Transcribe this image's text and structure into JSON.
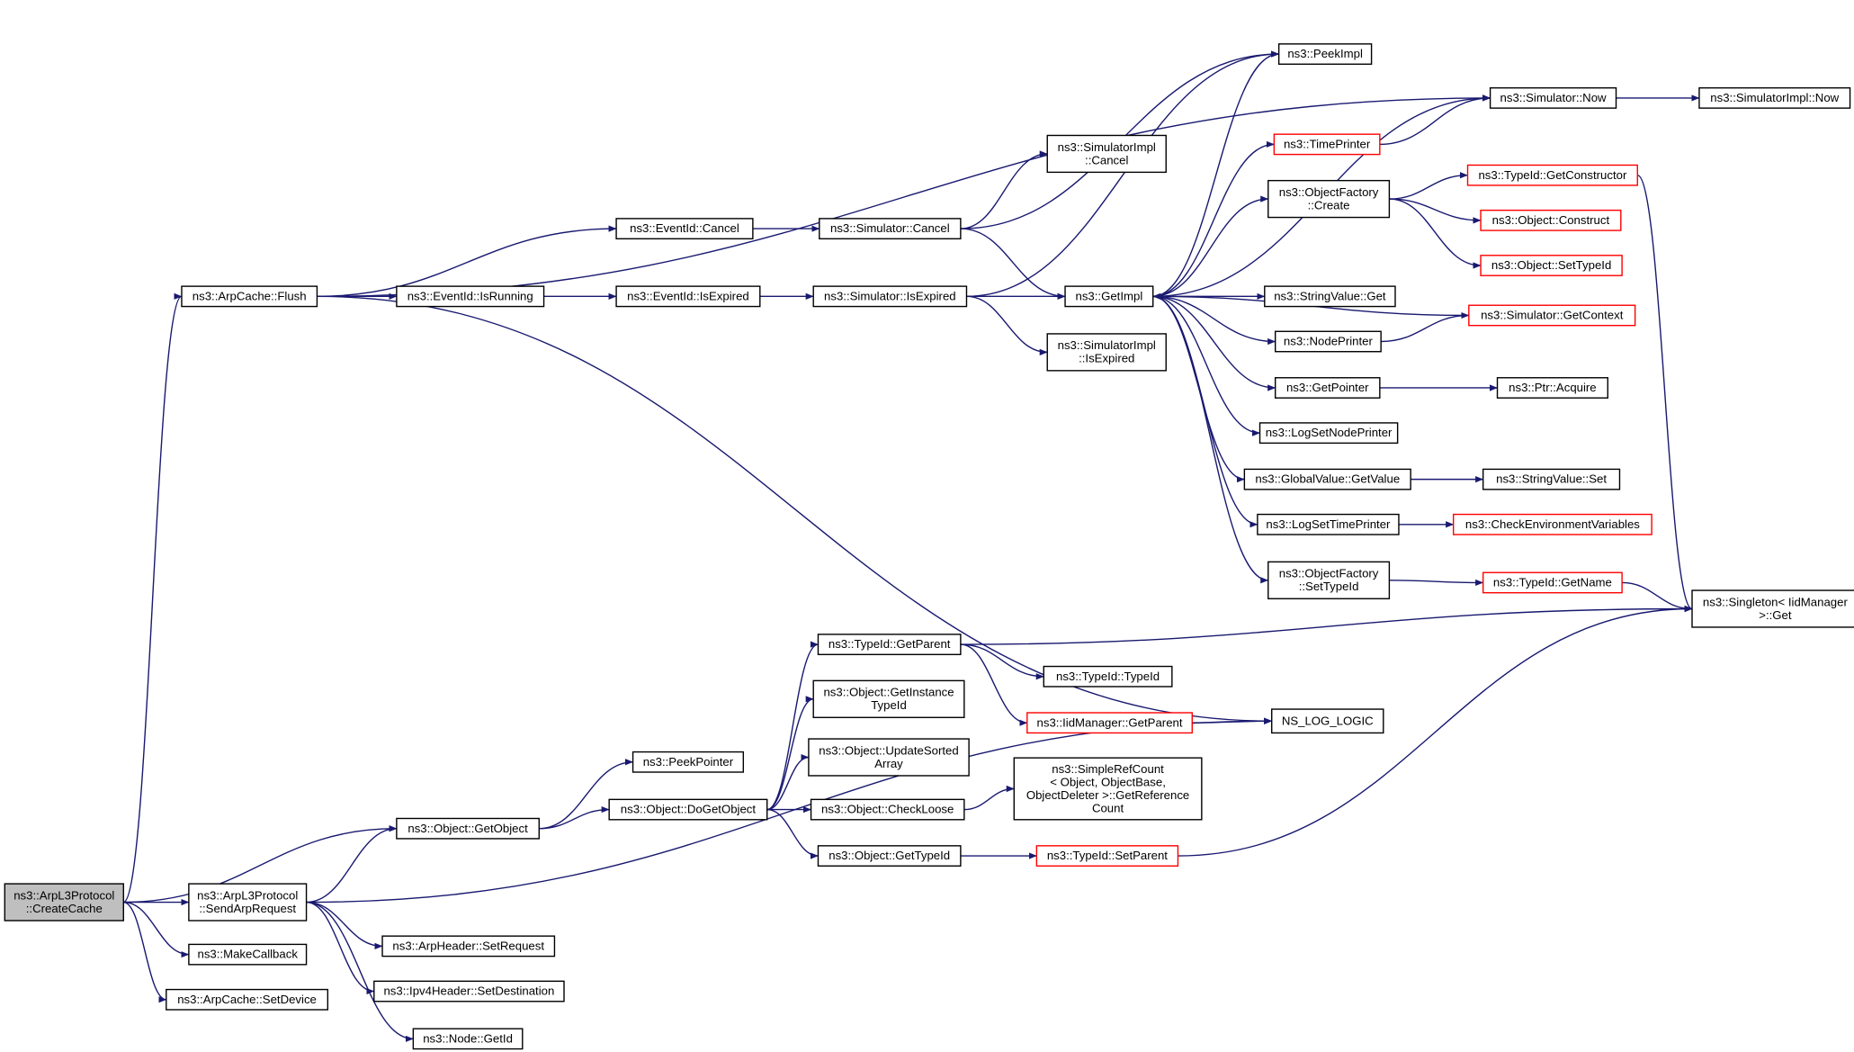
{
  "colors": {
    "edge": "#191970",
    "node_fill": "#ffffff",
    "node_border": "#000000",
    "node_border_truncated": "#ff0000",
    "root_fill": "#bfbfbf"
  },
  "nodes": [
    {
      "id": "root",
      "lines": [
        "ns3::ArpL3Protocol",
        "::CreateCache"
      ],
      "style": "root"
    },
    {
      "id": "arpcache_flush",
      "lines": [
        "ns3::ArpCache::Flush"
      ],
      "style": "normal"
    },
    {
      "id": "object_getobject",
      "lines": [
        "ns3::Object::GetObject"
      ],
      "style": "normal"
    },
    {
      "id": "sendarprequest",
      "lines": [
        "ns3::ArpL3Protocol",
        "::SendArpRequest"
      ],
      "style": "normal"
    },
    {
      "id": "makecallback",
      "lines": [
        "ns3::MakeCallback"
      ],
      "style": "normal"
    },
    {
      "id": "setdevice",
      "lines": [
        "ns3::ArpCache::SetDevice"
      ],
      "style": "normal"
    },
    {
      "id": "eventid_cancel",
      "lines": [
        "ns3::EventId::Cancel"
      ],
      "style": "normal"
    },
    {
      "id": "eventid_isrunning",
      "lines": [
        "ns3::EventId::IsRunning"
      ],
      "style": "normal"
    },
    {
      "id": "eventid_isexpired",
      "lines": [
        "ns3::EventId::IsExpired"
      ],
      "style": "normal"
    },
    {
      "id": "simulator_cancel",
      "lines": [
        "ns3::Simulator::Cancel"
      ],
      "style": "normal"
    },
    {
      "id": "simulator_isexpired",
      "lines": [
        "ns3::Simulator::IsExpired"
      ],
      "style": "normal"
    },
    {
      "id": "simimpl_cancel",
      "lines": [
        "ns3::SimulatorImpl",
        "::Cancel"
      ],
      "style": "normal"
    },
    {
      "id": "simimpl_isexpired",
      "lines": [
        "ns3::SimulatorImpl",
        "::IsExpired"
      ],
      "style": "normal"
    },
    {
      "id": "getimpl",
      "lines": [
        "ns3::GetImpl"
      ],
      "style": "normal"
    },
    {
      "id": "peekimpl",
      "lines": [
        "ns3::PeekImpl"
      ],
      "style": "normal"
    },
    {
      "id": "timeprinter",
      "lines": [
        "ns3::TimePrinter"
      ],
      "style": "truncated"
    },
    {
      "id": "objfactory_create",
      "lines": [
        "ns3::ObjectFactory",
        "::Create"
      ],
      "style": "normal"
    },
    {
      "id": "stringvalue_get",
      "lines": [
        "ns3::StringValue::Get"
      ],
      "style": "normal"
    },
    {
      "id": "nodeprinter",
      "lines": [
        "ns3::NodePrinter"
      ],
      "style": "normal"
    },
    {
      "id": "getpointer",
      "lines": [
        "ns3::GetPointer"
      ],
      "style": "normal"
    },
    {
      "id": "logsetnodeprinter",
      "lines": [
        "ns3::LogSetNodePrinter"
      ],
      "style": "normal"
    },
    {
      "id": "globalvalue_getvalue",
      "lines": [
        "ns3::GlobalValue::GetValue"
      ],
      "style": "normal"
    },
    {
      "id": "logsettimeprinter",
      "lines": [
        "ns3::LogSetTimePrinter"
      ],
      "style": "normal"
    },
    {
      "id": "objfactory_settypeid",
      "lines": [
        "ns3::ObjectFactory",
        "::SetTypeId"
      ],
      "style": "normal"
    },
    {
      "id": "simulator_now",
      "lines": [
        "ns3::Simulator::Now"
      ],
      "style": "normal"
    },
    {
      "id": "simimpl_now",
      "lines": [
        "ns3::SimulatorImpl::Now"
      ],
      "style": "normal"
    },
    {
      "id": "typeid_getconstructor",
      "lines": [
        "ns3::TypeId::GetConstructor"
      ],
      "style": "truncated"
    },
    {
      "id": "object_construct",
      "lines": [
        "ns3::Object::Construct"
      ],
      "style": "truncated"
    },
    {
      "id": "object_settypeid",
      "lines": [
        "ns3::Object::SetTypeId"
      ],
      "style": "truncated"
    },
    {
      "id": "simulator_getcontext",
      "lines": [
        "ns3::Simulator::GetContext"
      ],
      "style": "truncated"
    },
    {
      "id": "ptr_acquire",
      "lines": [
        "ns3::Ptr::Acquire"
      ],
      "style": "normal"
    },
    {
      "id": "stringvalue_set",
      "lines": [
        "ns3::StringValue::Set"
      ],
      "style": "normal"
    },
    {
      "id": "checkenv",
      "lines": [
        "ns3::CheckEnvironmentVariables"
      ],
      "style": "truncated"
    },
    {
      "id": "typeid_getname",
      "lines": [
        "ns3::TypeId::GetName"
      ],
      "style": "truncated"
    },
    {
      "id": "singleton_get",
      "lines": [
        "ns3::Singleton< IidManager",
        " >::Get"
      ],
      "style": "normal"
    },
    {
      "id": "typeid_getparent",
      "lines": [
        "ns3::TypeId::GetParent"
      ],
      "style": "normal"
    },
    {
      "id": "typeid_typeid",
      "lines": [
        "ns3::TypeId::TypeId"
      ],
      "style": "normal"
    },
    {
      "id": "iidmanager_getparent",
      "lines": [
        "ns3::IidManager::GetParent"
      ],
      "style": "truncated"
    },
    {
      "id": "ns_log_logic",
      "lines": [
        "NS_LOG_LOGIC"
      ],
      "style": "normal"
    },
    {
      "id": "peekpointer",
      "lines": [
        "ns3::PeekPointer"
      ],
      "style": "normal"
    },
    {
      "id": "object_dogetobject",
      "lines": [
        "ns3::Object::DoGetObject"
      ],
      "style": "normal"
    },
    {
      "id": "object_getinstancetypeid",
      "lines": [
        "ns3::Object::GetInstance",
        "TypeId"
      ],
      "style": "normal"
    },
    {
      "id": "object_updatesortedarray",
      "lines": [
        "ns3::Object::UpdateSorted",
        "Array"
      ],
      "style": "normal"
    },
    {
      "id": "object_checkloose",
      "lines": [
        "ns3::Object::CheckLoose"
      ],
      "style": "normal"
    },
    {
      "id": "object_gettypeid",
      "lines": [
        "ns3::Object::GetTypeId"
      ],
      "style": "normal"
    },
    {
      "id": "simplerefcount",
      "lines": [
        "ns3::SimpleRefCount",
        "< Object, ObjectBase,",
        " ObjectDeleter >::GetReference",
        "Count"
      ],
      "style": "normal"
    },
    {
      "id": "typeid_setparent",
      "lines": [
        "ns3::TypeId::SetParent"
      ],
      "style": "truncated"
    },
    {
      "id": "arpheader_setrequest",
      "lines": [
        "ns3::ArpHeader::SetRequest"
      ],
      "style": "normal"
    },
    {
      "id": "ipv4header_setdestination",
      "lines": [
        "ns3::Ipv4Header::SetDestination"
      ],
      "style": "normal"
    },
    {
      "id": "node_getid",
      "lines": [
        "ns3::Node::GetId"
      ],
      "style": "normal"
    }
  ],
  "edges": [
    [
      "root",
      "arpcache_flush"
    ],
    [
      "root",
      "object_getobject"
    ],
    [
      "root",
      "sendarprequest"
    ],
    [
      "root",
      "makecallback"
    ],
    [
      "root",
      "setdevice"
    ],
    [
      "arpcache_flush",
      "simulator_now"
    ],
    [
      "arpcache_flush",
      "eventid_cancel"
    ],
    [
      "arpcache_flush",
      "eventid_isrunning"
    ],
    [
      "arpcache_flush",
      "ns_log_logic"
    ],
    [
      "eventid_cancel",
      "simulator_cancel"
    ],
    [
      "eventid_isrunning",
      "eventid_isexpired"
    ],
    [
      "eventid_isexpired",
      "simulator_isexpired"
    ],
    [
      "simulator_cancel",
      "simimpl_cancel"
    ],
    [
      "simulator_cancel",
      "peekimpl"
    ],
    [
      "simulator_cancel",
      "getimpl"
    ],
    [
      "simulator_isexpired",
      "peekimpl"
    ],
    [
      "simulator_isexpired",
      "getimpl"
    ],
    [
      "simulator_isexpired",
      "simimpl_isexpired"
    ],
    [
      "getimpl",
      "peekimpl"
    ],
    [
      "getimpl",
      "simulator_now"
    ],
    [
      "getimpl",
      "timeprinter"
    ],
    [
      "getimpl",
      "objfactory_create"
    ],
    [
      "getimpl",
      "stringvalue_get"
    ],
    [
      "getimpl",
      "nodeprinter"
    ],
    [
      "getimpl",
      "getpointer"
    ],
    [
      "getimpl",
      "logsetnodeprinter"
    ],
    [
      "getimpl",
      "globalvalue_getvalue"
    ],
    [
      "getimpl",
      "logsettimeprinter"
    ],
    [
      "getimpl",
      "objfactory_settypeid"
    ],
    [
      "simulator_getcontext",
      "getimpl"
    ],
    [
      "timeprinter",
      "simulator_now"
    ],
    [
      "simulator_now",
      "simimpl_now"
    ],
    [
      "objfactory_create",
      "typeid_getconstructor"
    ],
    [
      "objfactory_create",
      "object_construct"
    ],
    [
      "objfactory_create",
      "object_settypeid"
    ],
    [
      "nodeprinter",
      "simulator_getcontext"
    ],
    [
      "getpointer",
      "ptr_acquire"
    ],
    [
      "globalvalue_getvalue",
      "stringvalue_set"
    ],
    [
      "logsettimeprinter",
      "checkenv"
    ],
    [
      "objfactory_settypeid",
      "typeid_getname"
    ],
    [
      "typeid_getconstructor",
      "singleton_get"
    ],
    [
      "typeid_getname",
      "singleton_get"
    ],
    [
      "typeid_getparent",
      "singleton_get"
    ],
    [
      "typeid_getparent",
      "typeid_typeid"
    ],
    [
      "typeid_getparent",
      "iidmanager_getparent"
    ],
    [
      "iidmanager_getparent",
      "ns_log_logic"
    ],
    [
      "object_getobject",
      "peekpointer"
    ],
    [
      "object_getobject",
      "object_dogetobject"
    ],
    [
      "object_dogetobject",
      "typeid_getparent"
    ],
    [
      "object_dogetobject",
      "object_getinstancetypeid"
    ],
    [
      "object_dogetobject",
      "object_updatesortedarray"
    ],
    [
      "object_dogetobject",
      "object_checkloose"
    ],
    [
      "object_dogetobject",
      "object_gettypeid"
    ],
    [
      "object_checkloose",
      "simplerefcount"
    ],
    [
      "object_gettypeid",
      "typeid_setparent"
    ],
    [
      "typeid_setparent",
      "singleton_get"
    ],
    [
      "sendarprequest",
      "object_getobject"
    ],
    [
      "sendarprequest",
      "ns_log_logic"
    ],
    [
      "sendarprequest",
      "arpheader_setrequest"
    ],
    [
      "sendarprequest",
      "ipv4header_setdestination"
    ],
    [
      "sendarprequest",
      "node_getid"
    ]
  ]
}
